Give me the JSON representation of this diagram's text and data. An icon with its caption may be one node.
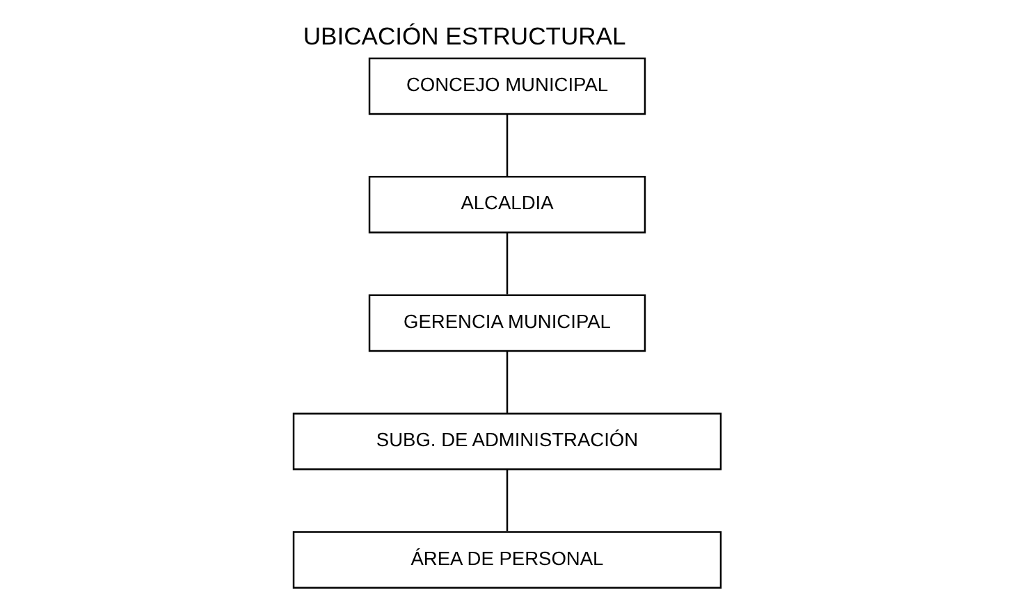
{
  "diagram": {
    "title": "UBICACIÓN ESTRUCTURAL",
    "nodes": [
      {
        "text": [
          "CONCEJO MUNICIPAL"
        ]
      },
      {
        "text": [
          "ALCALDIA"
        ]
      },
      {
        "text": [
          "GERENCIA MUNICIPAL"
        ]
      },
      {
        "text": [
          "SUBG. DE ADMINISTRACIÓN"
        ]
      },
      {
        "text": [
          "ÁREA DE PERSONAL"
        ]
      }
    ],
    "edges": [
      {
        "from": 0,
        "to": 1,
        "arrow": "none"
      },
      {
        "from": 1,
        "to": 2,
        "arrow": "none"
      },
      {
        "from": 2,
        "to": 3,
        "arrow": "none"
      },
      {
        "from": 3,
        "to": 4,
        "arrow": "none"
      }
    ]
  }
}
